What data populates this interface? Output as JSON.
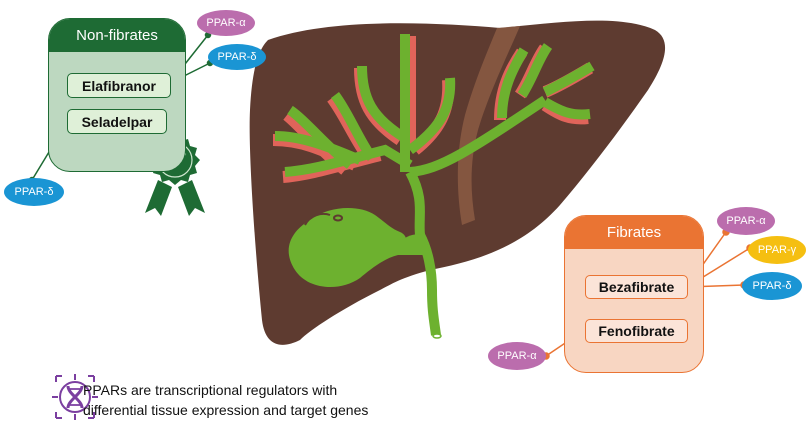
{
  "colors": {
    "liver": "#5e3b30",
    "liver_groove": "#845640",
    "bile": "#6db12f",
    "artery": "#e0645a",
    "nonfibrates_dark": "#1e6b34",
    "nonfibrates_light": "#bdd8c0",
    "nonfibrates_item": "#dff0d8",
    "fibrates_dark": "#ea7433",
    "fibrates_light": "#f8d6c2",
    "fibrates_item": "#fbe4d8",
    "ppar_alpha": "#bb6dad",
    "ppar_delta": "#1a95d4",
    "ppar_gamma": "#f5bf11",
    "dna_icon": "#7b3fa0"
  },
  "nonfibrates": {
    "title": "Non-fibrates",
    "drugs": [
      {
        "name": "Elafibranor",
        "targets": [
          "PPAR-α",
          "PPAR-δ"
        ]
      },
      {
        "name": "Seladelpar",
        "targets": [
          "PPAR-δ"
        ]
      }
    ],
    "badge_icon": "approved-rosette-icon"
  },
  "fibrates": {
    "title": "Fibrates",
    "drugs": [
      {
        "name": "Bezafibrate",
        "targets": [
          "PPAR-α",
          "PPAR-γ",
          "PPAR-δ"
        ]
      },
      {
        "name": "Fenofibrate",
        "targets": [
          "PPAR-α"
        ]
      }
    ]
  },
  "labels": {
    "ppar_alpha": "PPAR-α",
    "ppar_delta": "PPAR-δ",
    "ppar_gamma": "PPAR-γ"
  },
  "illustration": {
    "icon": "liver-biliary-tree-icon"
  },
  "caption": {
    "icon": "dna-icon",
    "line1": "PPARs are transcriptional regulators with",
    "line2": "differential tissue expression and target genes"
  }
}
